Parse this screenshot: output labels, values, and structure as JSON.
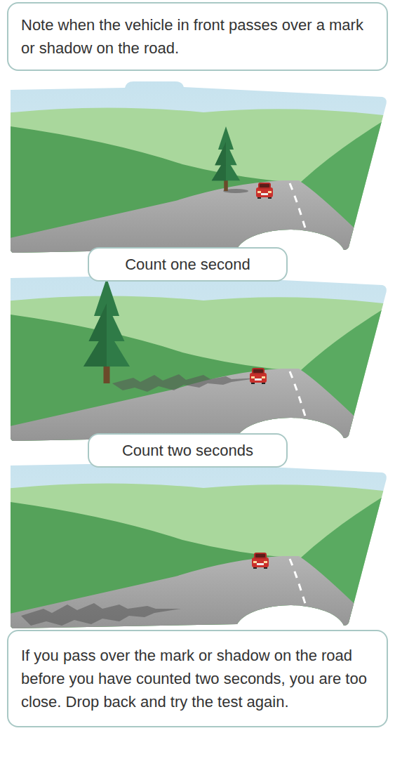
{
  "diagram": {
    "nodes": [
      {
        "text": [
          "Note when the vehicle in front passes over a mark or shadow on the road."
        ]
      },
      {
        "text": [
          "Count one second"
        ]
      },
      {
        "text": [
          "Count two seconds"
        ]
      },
      {
        "text": [
          "If you pass over the mark or shadow on the road before you have counted two seconds, you are too close. Drop back and try the test again."
        ]
      }
    ]
  }
}
